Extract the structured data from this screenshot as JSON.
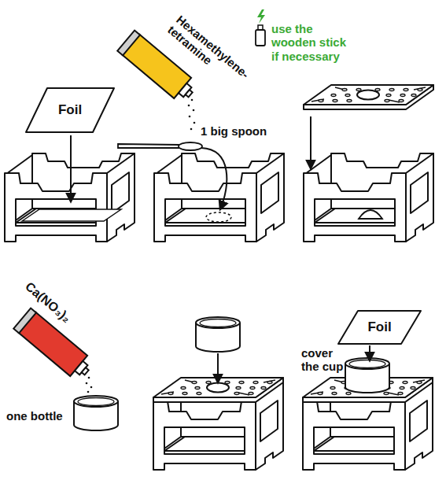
{
  "diagram": {
    "nodes": [
      {
        "text": [
          "Foil"
        ]
      },
      {
        "text": [
          "Foil"
        ]
      }
    ],
    "labels": [
      "Hexamethylene- tetramine",
      "use the wooden stick if necessary",
      "1 big spoon",
      "Ca(NO₃)₂",
      "one bottle",
      "cover the cup"
    ]
  }
}
